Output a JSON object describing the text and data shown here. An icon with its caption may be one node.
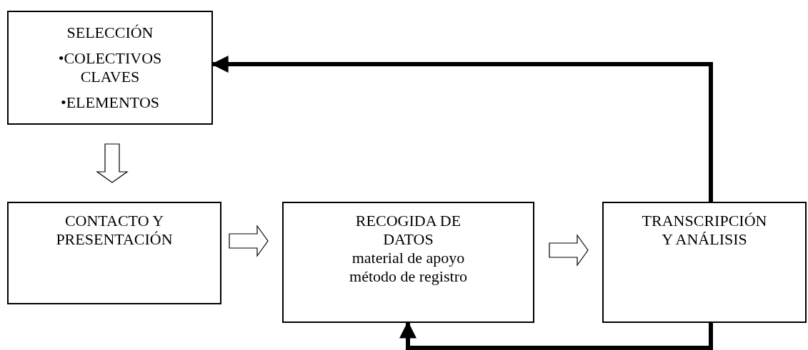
{
  "diagram": {
    "nodes": [
      {
        "text": [
          "SELECCIÓN",
          "•COLECTIVOS CLAVES",
          "•ELEMENTOS"
        ]
      },
      {
        "text": [
          "CONTACTO Y PRESENTACIÓN"
        ]
      },
      {
        "text": [
          "RECOGIDA DE DATOS",
          "material de apoyo",
          "método de registro"
        ]
      },
      {
        "text": [
          "TRANSCRIPCIÓN Y ANÁLISIS"
        ]
      }
    ],
    "edges": [
      {
        "from": 0,
        "to": 1,
        "arrow": "to"
      },
      {
        "from": 1,
        "to": 2,
        "arrow": "to"
      },
      {
        "from": 2,
        "to": 3,
        "arrow": "to"
      },
      {
        "from": 3,
        "to": 0,
        "arrow": "to"
      },
      {
        "from": 3,
        "to": 2,
        "arrow": "to"
      }
    ]
  }
}
